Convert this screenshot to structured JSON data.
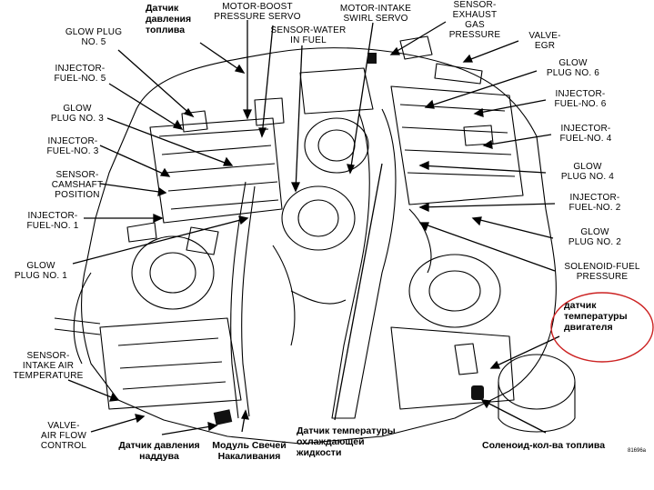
{
  "labels": {
    "glow_plug_5": "GLOW PLUG\nNO. 5",
    "fuel_pressure_sensor_ru": "Датчик\nдавления\nтоплива",
    "motor_boost_servo": "MOTOR-BOOST\nPRESSURE SERVO",
    "motor_intake_swirl": "MOTOR-INTAKE\nSWIRL SERVO",
    "sensor_exhaust": "SENSOR-\nEXHAUST\nGAS\nPRESSURE",
    "sensor_water": "SENSOR-WATER\nIN FUEL",
    "valve_egr": "VALVE-\nEGR",
    "injector_5": "INJECTOR-\nFUEL-NO. 5",
    "glow_plug_6": "GLOW\nPLUG NO. 6",
    "injector_6": "INJECTOR-\nFUEL-NO. 6",
    "glow_plug_3": "GLOW\nPLUG NO. 3",
    "injector_4": "INJECTOR-\nFUEL-NO. 4",
    "injector_3": "INJECTOR-\nFUEL-NO. 3",
    "sensor_camshaft": "SENSOR-\nCAMSHAFT\nPOSITION",
    "glow_plug_4": "GLOW\nPLUG NO. 4",
    "injector_2": "INJECTOR-\nFUEL-NO. 2",
    "injector_1": "INJECTOR-\nFUEL-NO. 1",
    "glow_plug_2": "GLOW\nPLUG NO. 2",
    "glow_plug_1": "GLOW\nPLUG NO. 1",
    "solenoid_fuel": "SOLENOID-FUEL\nPRESSURE",
    "engine_temp_ru": "датчик\nтемпературы\nдвигателя",
    "sensor_intake_air": "SENSOR-\nINTAKE AIR\nTEMPERATURE",
    "valve_air_flow": "VALVE-\nAIR FLOW\nCONTROL",
    "boost_pressure_ru": "Датчик давления\nнаддува",
    "glow_module_ru": "Модуль Свечей\nНакаливания",
    "coolant_temp_ru": "Датчик температуры\nохлаждающей\nжидкости",
    "fuel_solenoid_ru": "Соленоид-кол-ва топлива",
    "figure_id": "81696a"
  },
  "colors": {
    "ink": "#000000",
    "highlight_ellipse": "#cc2222",
    "background": "#ffffff"
  }
}
